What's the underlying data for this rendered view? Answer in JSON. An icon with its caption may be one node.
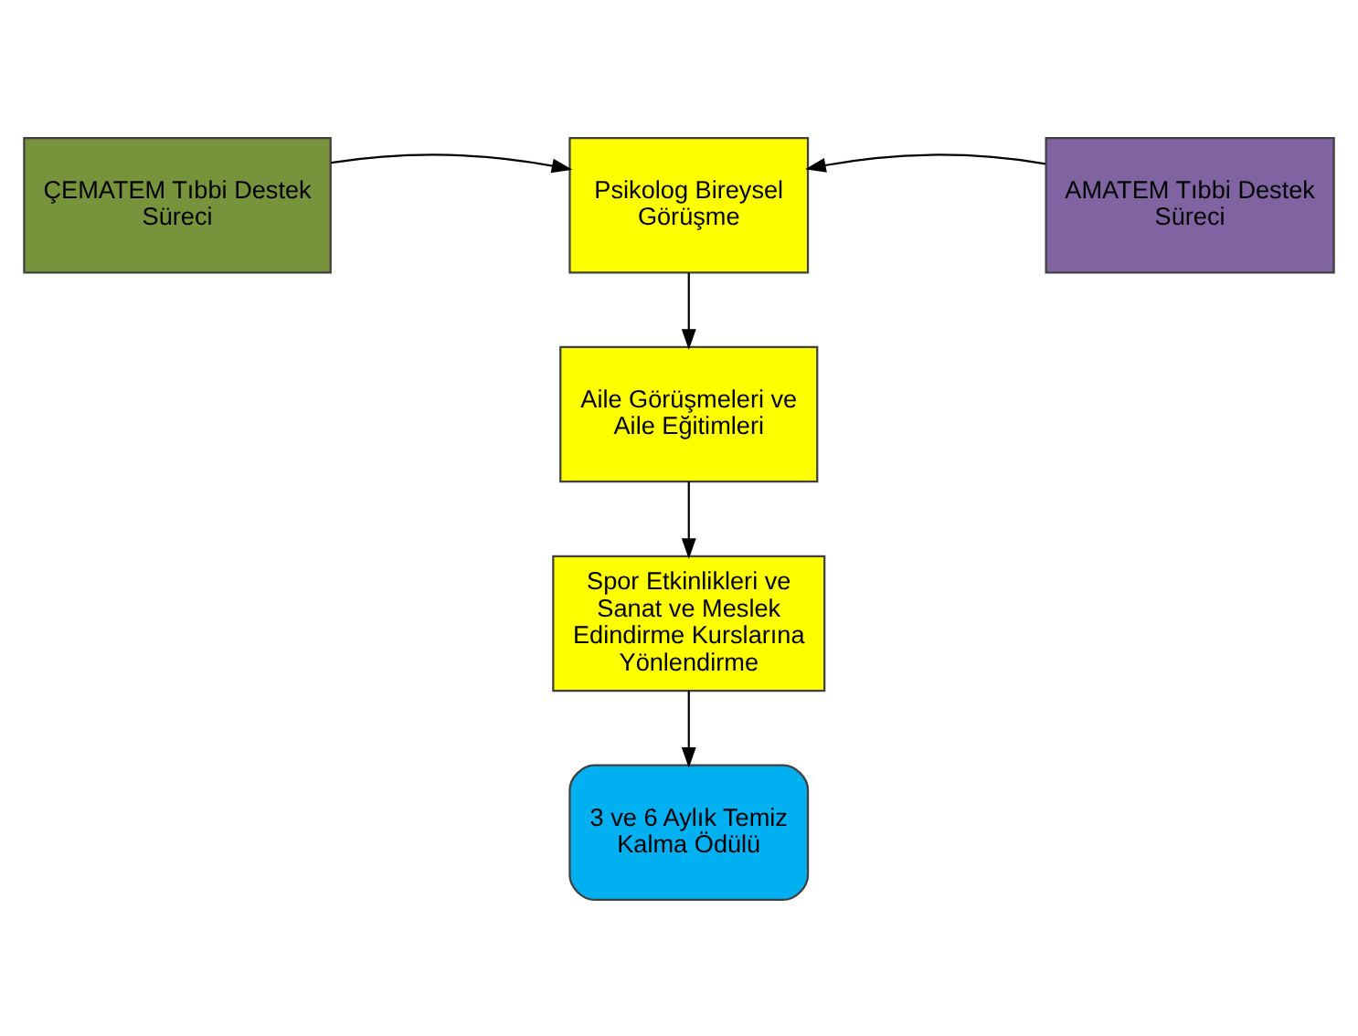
{
  "diagram": {
    "nodes": [
      {
        "text": [
          "ÇEMATEM Tıbbi Destek Süreci"
        ]
      },
      {
        "text": [
          "Psikolog Bireysel Görüşme"
        ]
      },
      {
        "text": [
          "AMATEM Tıbbi Destek Süreci"
        ]
      },
      {
        "text": [
          "Aile Görüşmeleri ve Aile Eğitimleri"
        ]
      },
      {
        "text": [
          "Spor Etkinlikleri ve Sanat ve Meslek Edindirme Kurslarına Yönlendirme"
        ]
      },
      {
        "text": [
          "3 ve 6 Aylık Temiz Kalma Ödülü"
        ]
      }
    ],
    "edges": [
      {
        "from": 0,
        "to": 1,
        "arrow": "to"
      },
      {
        "from": 2,
        "to": 1,
        "arrow": "to"
      },
      {
        "from": 1,
        "to": 3,
        "arrow": "to"
      },
      {
        "from": 3,
        "to": 4,
        "arrow": "to"
      },
      {
        "from": 4,
        "to": 5,
        "arrow": "to"
      }
    ]
  }
}
